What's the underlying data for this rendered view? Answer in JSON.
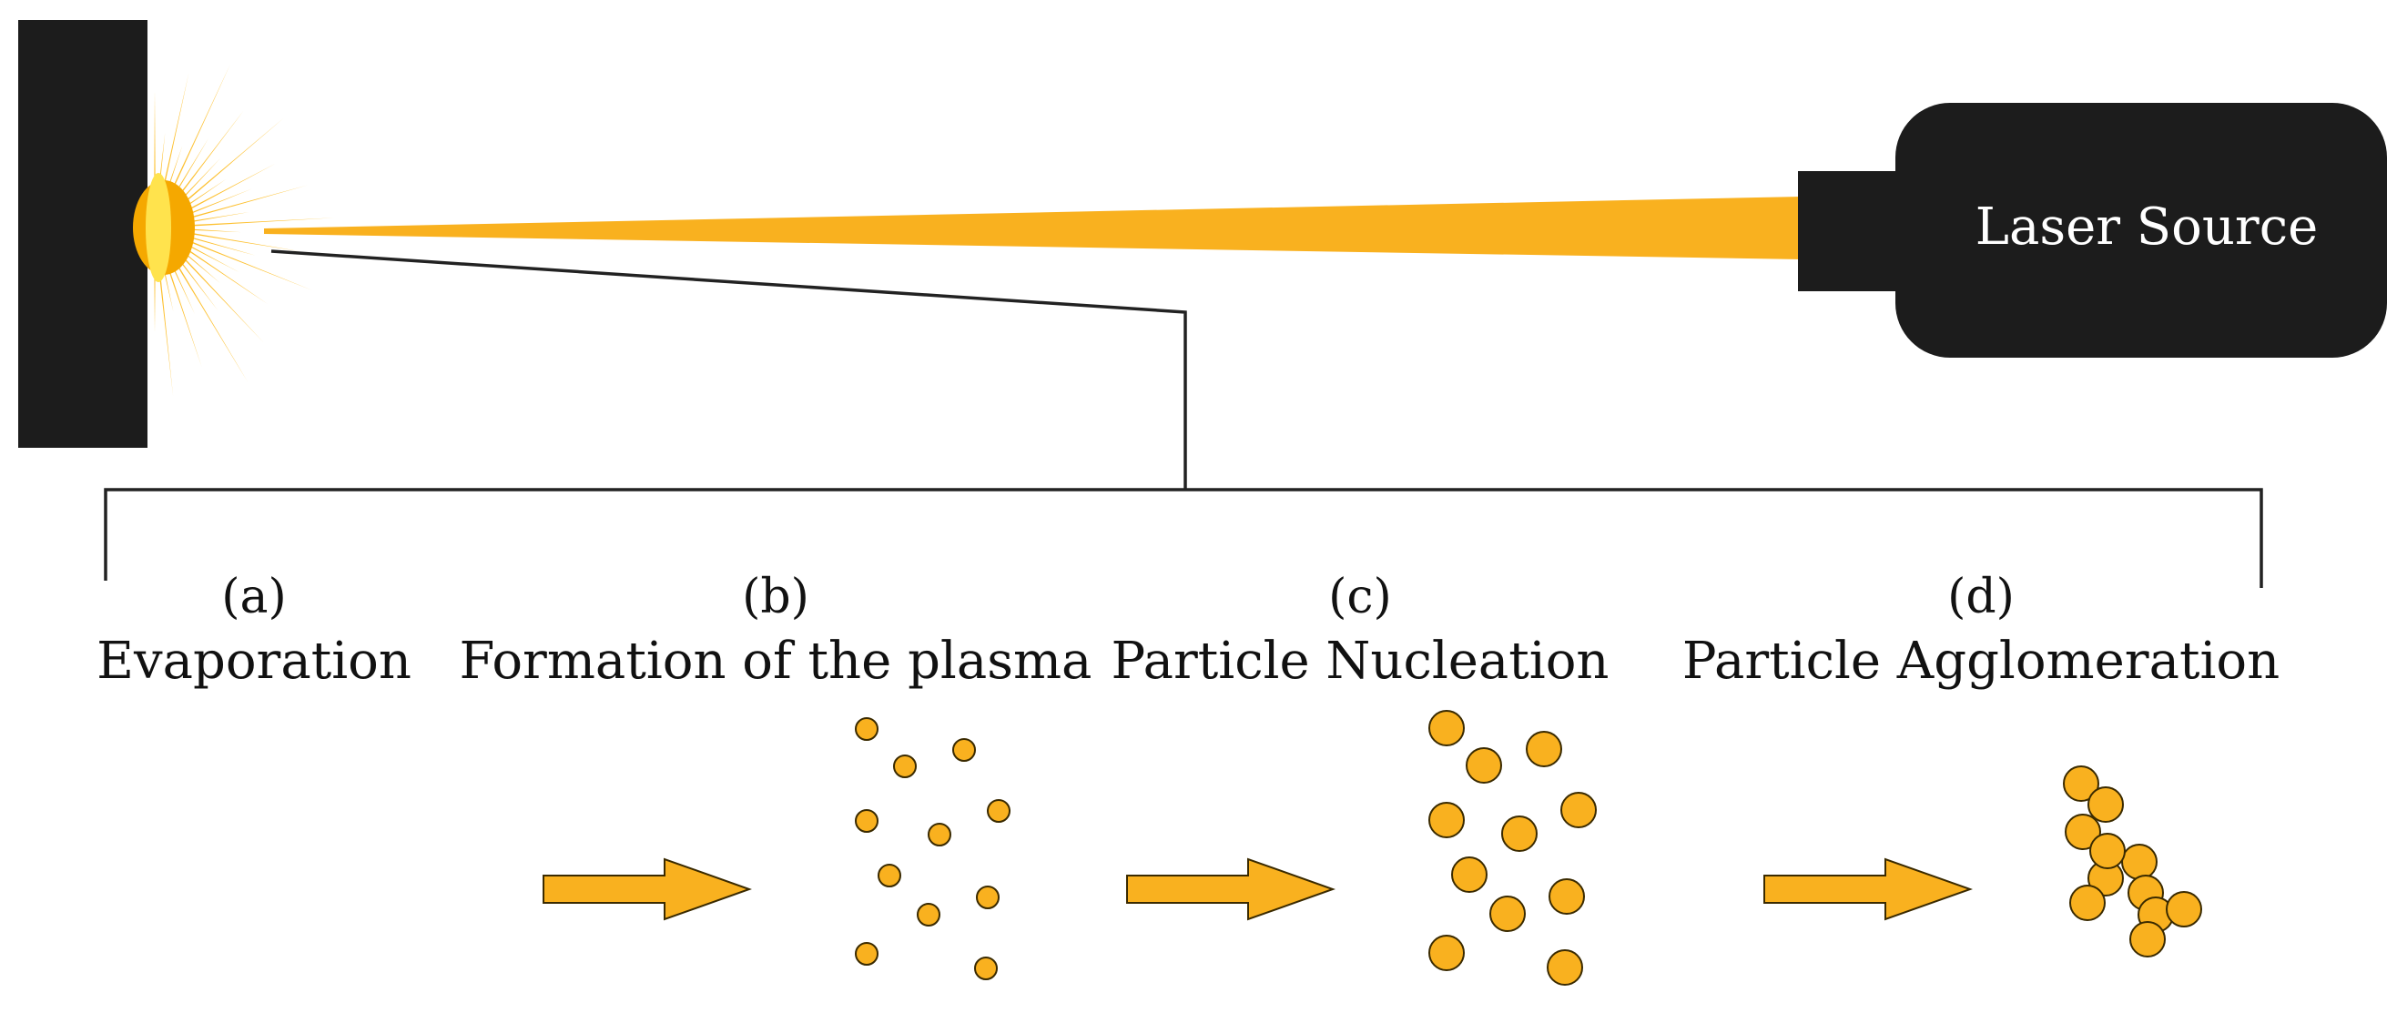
{
  "laser": {
    "label": "Laser Source"
  },
  "stages": [
    {
      "letter": "(a)",
      "name": "Evaporation"
    },
    {
      "letter": "(b)",
      "name": "Formation of the plasma"
    },
    {
      "letter": "(c)",
      "name": "Particle Nucleation"
    },
    {
      "letter": "(d)",
      "name": "Particle Agglomeration"
    }
  ],
  "colors": {
    "beam": "#F9B11F",
    "particle": "#F9B11F",
    "particle_stroke": "#3A2A00",
    "arrow": "#F9B11F",
    "target": "#1C1C1C",
    "laser_body": "#1C1C1C",
    "connector": "#222222",
    "burst": "#FDC02F",
    "burst_core": "#F5A800"
  }
}
